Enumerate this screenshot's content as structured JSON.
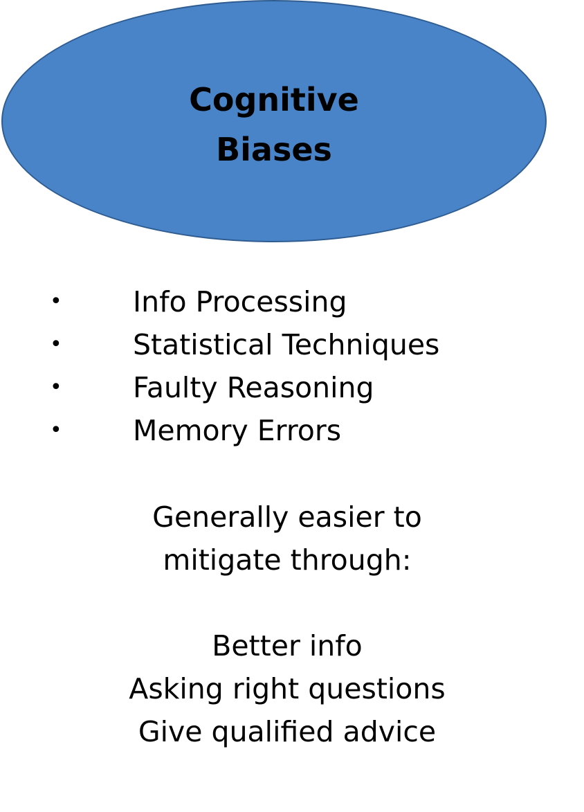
{
  "ellipse": {
    "title_line1": "Cognitive",
    "title_line2": "Biases",
    "fill_color": "#4a84c8"
  },
  "bullets": [
    "Info Processing",
    "Statistical Techniques",
    "Faulty Reasoning",
    "Memory Errors"
  ],
  "bullet_symbol": "•",
  "intro": {
    "line1": "Generally easier to",
    "line2": "mitigate through:"
  },
  "methods": [
    "Better info",
    "Asking right questions",
    "Give qualified advice"
  ]
}
